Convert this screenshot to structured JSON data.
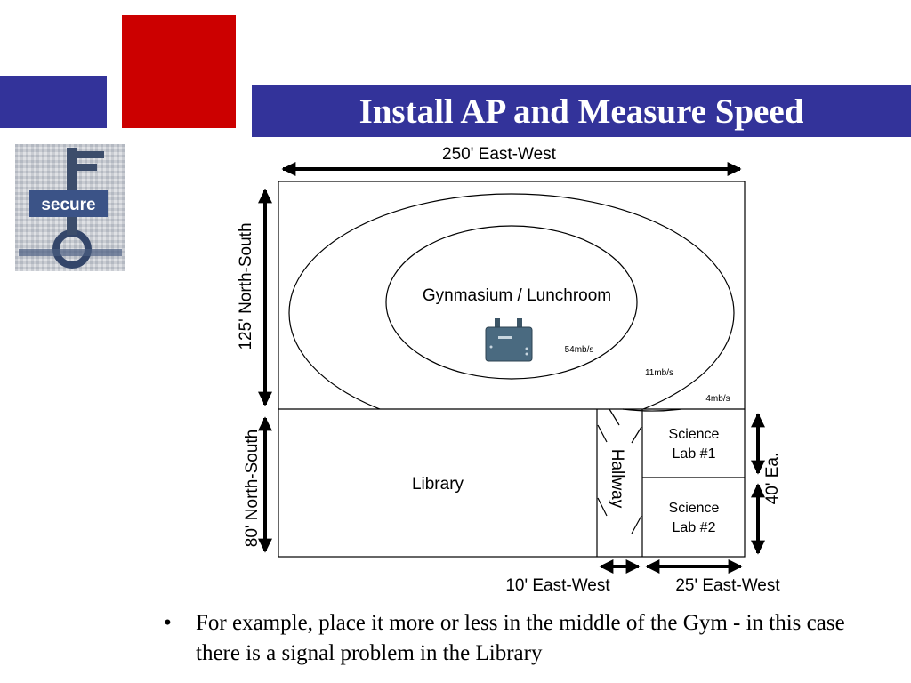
{
  "slide": {
    "title": "Install AP and Measure Speed",
    "colors": {
      "band": "#33339a",
      "accent": "#cc0000",
      "text": "#000000"
    },
    "logo": {
      "label": "secure",
      "icon": "key-icon"
    }
  },
  "diagram": {
    "labels": {
      "top_dim": "250' East-West",
      "left_dim_upper": "125' North-South",
      "left_dim_lower": "80' North-South",
      "right_dim": "40' Ea.",
      "bottom_dim_hall": "10' East-West",
      "bottom_dim_labs": "25' East-West"
    },
    "rooms": {
      "gym": "Gynmasium / Lunchroom",
      "library": "Library",
      "hallway": "Hallway",
      "lab1_line1": "Science",
      "lab1_line2": "Lab #1",
      "lab2_line1": "Science",
      "lab2_line2": "Lab #2"
    },
    "speeds": {
      "inner": "54mb/s",
      "middle": "11mb/s",
      "outer": "4mb/s"
    },
    "access_point_icon": "wireless-router-icon"
  },
  "bullets": [
    "For example, place it more or less in the middle of the Gym - in this case there is a signal problem in the Library"
  ]
}
